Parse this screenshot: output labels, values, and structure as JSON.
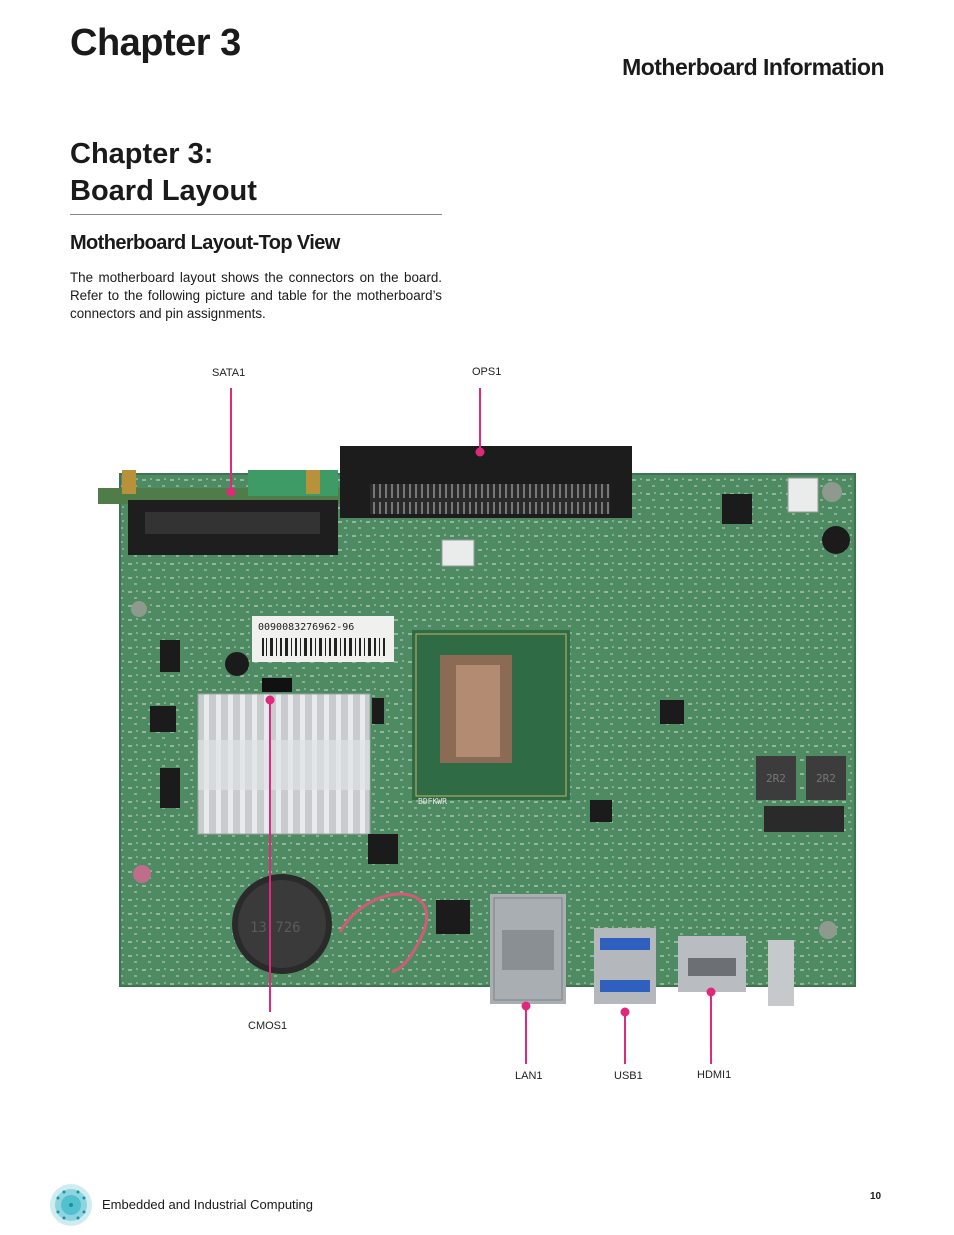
{
  "header": {
    "chapter_label": "Chapter 3",
    "section_title": "Motherboard Information"
  },
  "title": {
    "line1": "Chapter 3:",
    "line2": "Board Layout"
  },
  "subheading": "Motherboard Layout-Top View",
  "body_text": "The motherboard layout shows the connectors on the board. Refer to the following picture and table for the motherboard’s connectors and pin assignments.",
  "figure": {
    "callouts": {
      "sata1": "SATA1",
      "ops1": "OPS1",
      "cmos1": "CMOS1",
      "lan1": "LAN1",
      "usb1": "USB1",
      "hdmi1": "HDMI1"
    },
    "sticker_text": "0090083276962-96",
    "chip_label": "BDFKWR",
    "inductor_label": "2R2",
    "battery_label": "13 726",
    "callout_color": "#e0297a",
    "pcb_color": "#4e8b62"
  },
  "footer": {
    "text": "Embedded and Industrial Computing",
    "page_number": "10",
    "logo_icon": "globe-dots-icon",
    "logo_color": "#3fb8c9"
  }
}
